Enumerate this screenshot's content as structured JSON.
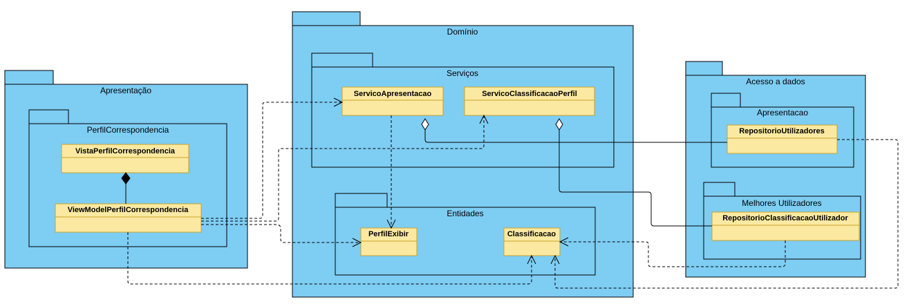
{
  "packages": {
    "apresentacao": "Apresentação",
    "perfil_correspondencia": "PerfilCorrespondencia",
    "dominio": "Domínio",
    "servicos": "Serviços",
    "entidades": "Entidades",
    "acesso_dados": "Acesso a dados",
    "acesso_apresentacao": "Apresentacao",
    "melhores_utilizadores": "Melhores Utilizadores"
  },
  "classes": {
    "vista_perfil": "VistaPerfilCorrespondencia",
    "viewmodel_perfil": "ViewModelPerfilCorrespondencia",
    "servico_apresentacao": "ServicoApresentacao",
    "servico_classificacao": "ServicoClassificacaoPerfil",
    "perfil_exibir": "PerfilExibir",
    "classificacao": "Classificacao",
    "repositorio_utilizadores": "RepositorioUtilizadores",
    "repositorio_classificacao": "RepositorioClassificacaoUtilizador"
  },
  "colors": {
    "package_fill": "#7ecdf3",
    "class_fill": "#fbe9a2",
    "class_border": "#c9a227"
  }
}
